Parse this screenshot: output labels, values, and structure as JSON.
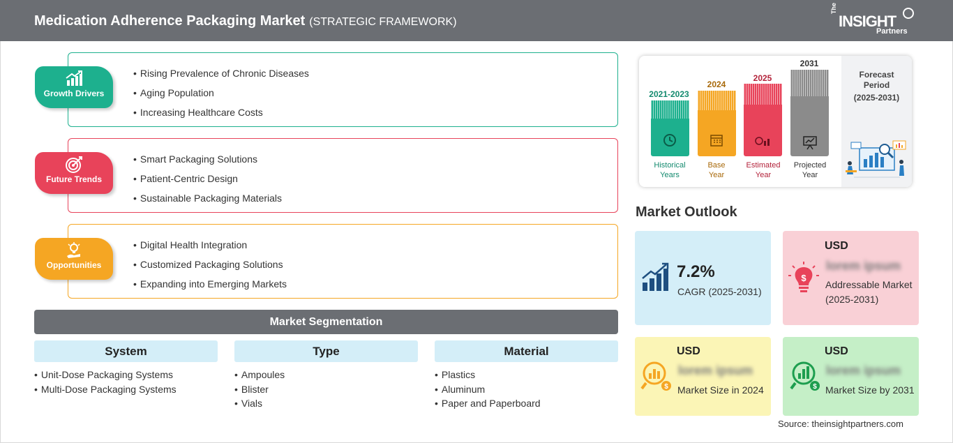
{
  "header": {
    "title": "Medication Adherence Packaging Market",
    "subtitle": "(STRATEGIC FRAMEWORK)",
    "logo": {
      "the": "The",
      "insight": "INSIGHT",
      "partners": "Partners"
    }
  },
  "framework": [
    {
      "label": "Growth Drivers",
      "color": "#1db08e",
      "icon": "growth-chart-icon",
      "items": [
        "Rising Prevalence of Chronic Diseases",
        "Aging Population",
        "Increasing Healthcare Costs"
      ]
    },
    {
      "label": "Future Trends",
      "color": "#e8435a",
      "icon": "target-icon",
      "items": [
        "Smart Packaging Solutions",
        "Patient-Centric Design",
        "Sustainable Packaging Materials"
      ]
    },
    {
      "label": "Opportunities",
      "color": "#f5a623",
      "icon": "lightbulb-hand-icon",
      "items": [
        "Digital Health Integration",
        "Customized Packaging Solutions",
        "Expanding into Emerging Markets"
      ]
    }
  ],
  "segmentation": {
    "title": "Market Segmentation",
    "columns": [
      {
        "head": "System",
        "items": [
          "Unit-Dose Packaging Systems",
          "Multi-Dose Packaging Systems"
        ]
      },
      {
        "head": "Type",
        "items": [
          "Ampoules",
          "Blister",
          "Vials"
        ]
      },
      {
        "head": "Material",
        "items": [
          "Plastics",
          "Aluminum",
          "Paper and Paperboard"
        ]
      }
    ]
  },
  "timeline": {
    "bars": [
      {
        "year": "2021-2023",
        "label1": "Historical",
        "label2": "Years",
        "color": "#1db08e",
        "yearColor": "#138a6e",
        "labelColor": "#138a6e",
        "icon": "history-clock-icon"
      },
      {
        "year": "2024",
        "label1": "Base",
        "label2": "Year",
        "color": "#f5a623",
        "yearColor": "#a8690a",
        "labelColor": "#a8690a",
        "icon": "calendar-icon"
      },
      {
        "year": "2025",
        "label1": "Estimated",
        "label2": "Year",
        "color": "#e8435a",
        "yearColor": "#b3223a",
        "labelColor": "#b3223a",
        "icon": "settings-chart-icon"
      },
      {
        "year": "2031",
        "label1": "Projected",
        "label2": "Year",
        "color": "#8b8b8b",
        "yearColor": "#333333",
        "labelColor": "#333333",
        "icon": "presentation-icon"
      }
    ],
    "forecast": {
      "line1": "Forecast",
      "line2": "Period",
      "range": "(2025-2031)"
    }
  },
  "outlook": {
    "title": "Market Outlook",
    "cagr": {
      "value": "7.2%",
      "label": "CAGR (2025-2031)",
      "bg": "#d4eef8"
    },
    "addressable": {
      "currency": "USD",
      "value": "lorem ipsum",
      "label": "Addressable Market (2025-2031)",
      "bg": "#f9d0d6"
    },
    "size2024": {
      "currency": "USD",
      "value": "lorem ipsum",
      "label": "Market Size in 2024",
      "bg": "#fbf5b6"
    },
    "size2031": {
      "currency": "USD",
      "value": "lorem ipsum",
      "label": "Market Size by 2031",
      "bg": "#c5efc7"
    }
  },
  "source": "Source: theinsightpartners.com"
}
